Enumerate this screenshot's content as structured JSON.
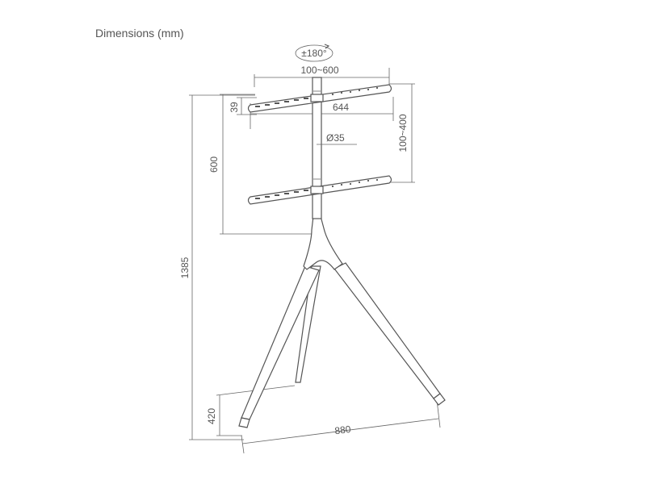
{
  "title": "Dimensions (mm)",
  "labels": {
    "rotation": "±180°",
    "vesa_width": "100~600",
    "bracket_width": "644",
    "bracket_height": "39",
    "pole_diameter": "Ø35",
    "vesa_height": "100~400",
    "adjust_range": "600",
    "total_height": "1385",
    "foot_height": "420",
    "base_width": "880"
  }
}
